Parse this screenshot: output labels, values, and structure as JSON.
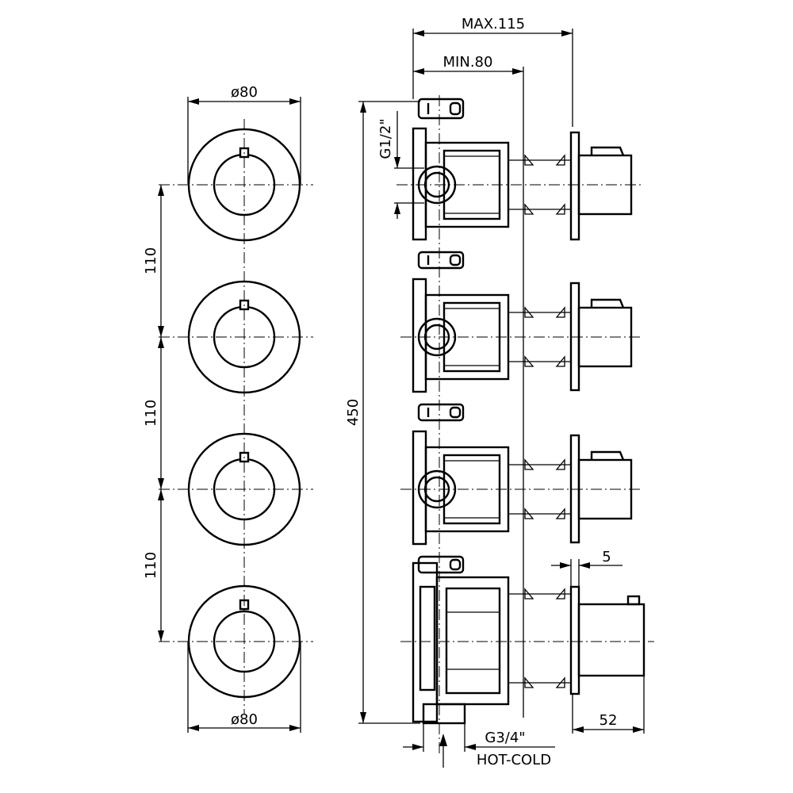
{
  "front_view": {
    "diameter_top": "ø80",
    "diameter_bottom": "ø80",
    "spacing": [
      "110",
      "110",
      "110"
    ]
  },
  "side_view": {
    "max_depth": "MAX.115",
    "min_depth": "MIN.80",
    "total_height": "450",
    "outlet_thread": "G1/2\"",
    "inlet_thread": "G3/4\"",
    "inlet_label": "HOT-COLD",
    "plate_thickness": "5",
    "handle_depth": "52"
  }
}
